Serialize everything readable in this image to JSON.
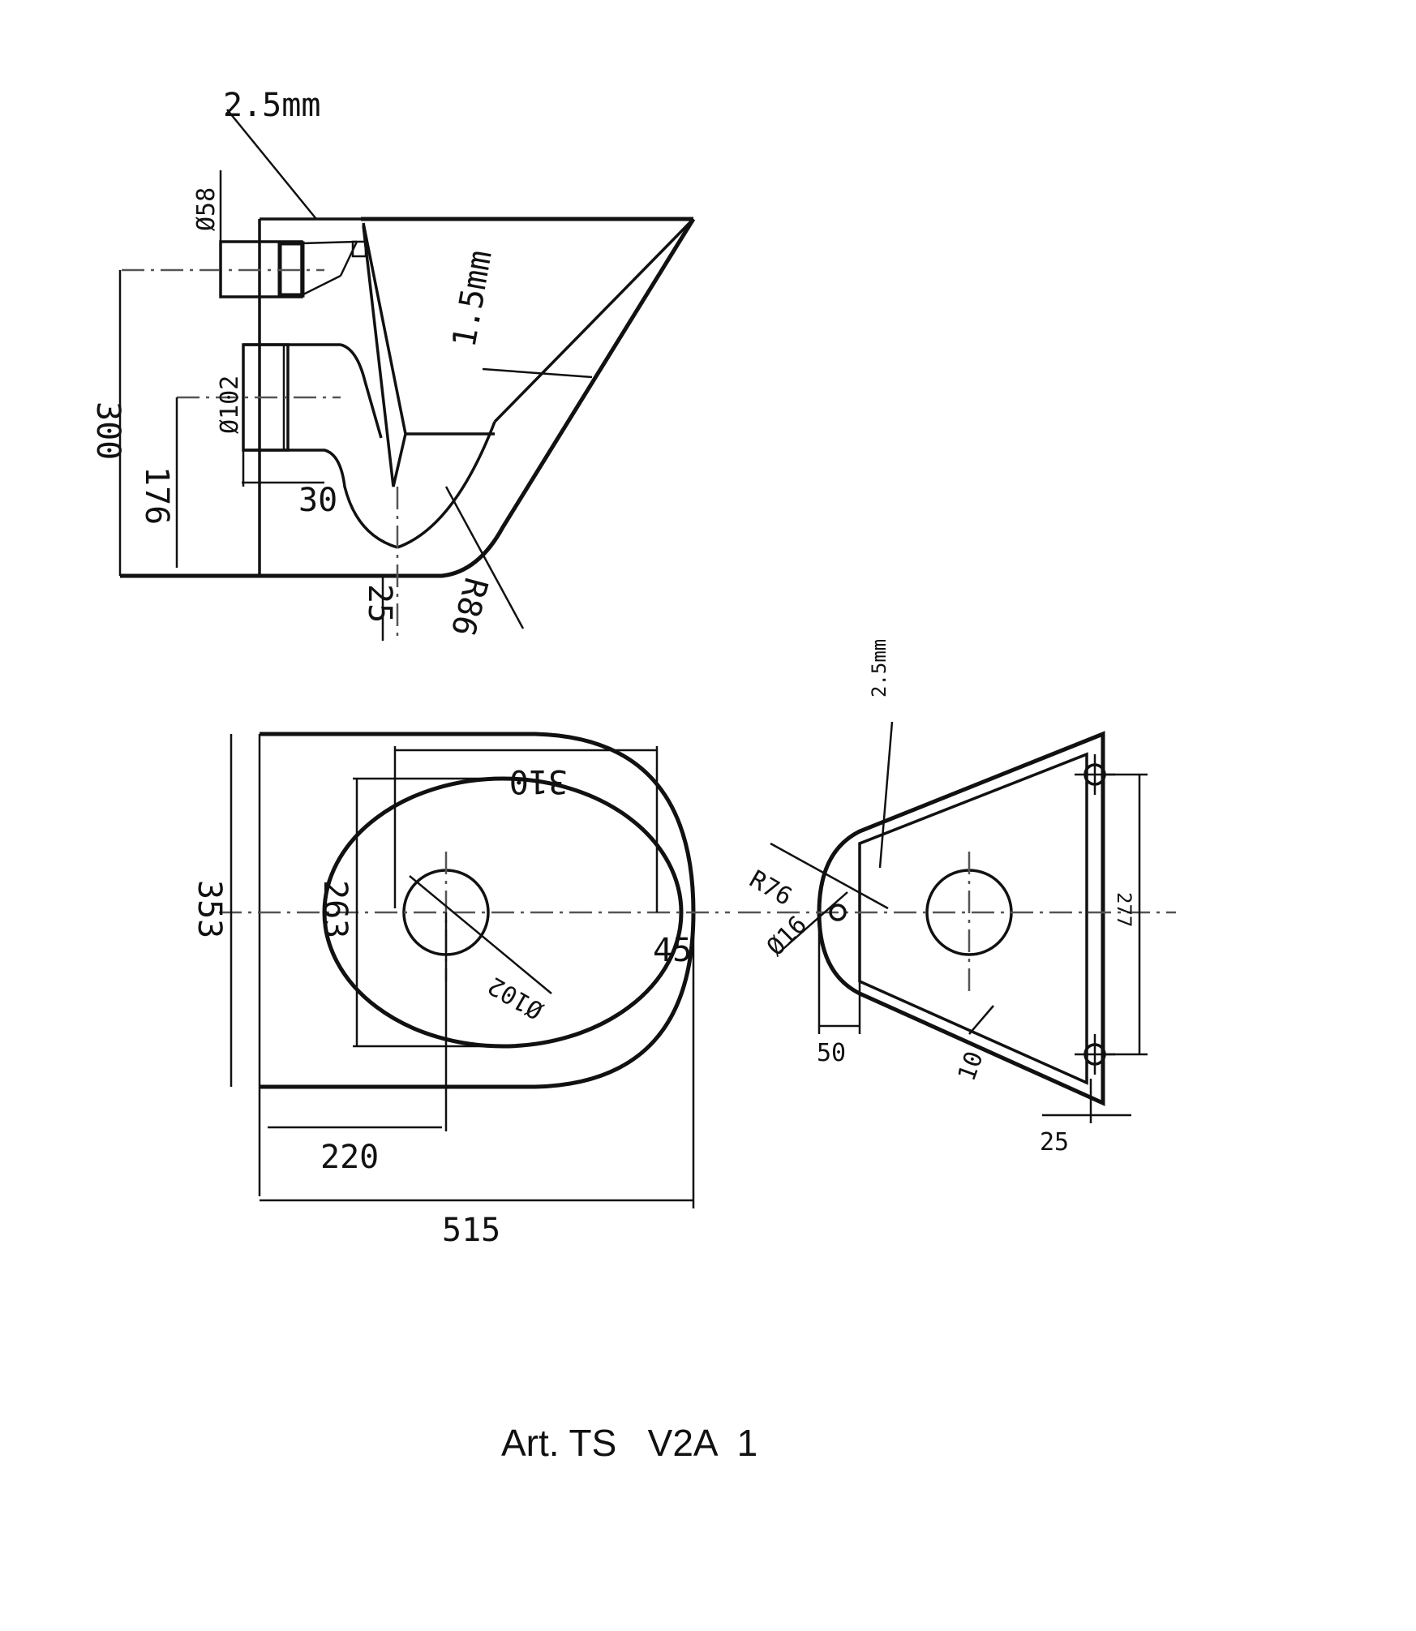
{
  "side_view": {
    "labels": {
      "wall_thickness": "2.5mm",
      "inlet_diameter": "Ø58",
      "bowl_thickness": "1.5mm",
      "outlet_diameter": "Ø102",
      "height_total": "300",
      "height_outlet": "176",
      "trap_offset": "30",
      "bottom_offset": "25",
      "radius": "R86"
    }
  },
  "top_view": {
    "labels": {
      "seat_length": "310",
      "width_total": "353",
      "inner_width": "263",
      "outlet_diameter": "Ø102",
      "rim_offset": "45",
      "outlet_position": "220",
      "length_total": "515"
    }
  },
  "bracket_view": {
    "labels": {
      "plate_thickness": "2.5mm",
      "radius": "R76",
      "hole_diameter": "Ø16",
      "tab_width": "50",
      "bolt_spacing": "277",
      "edge_width": "10",
      "side_offset": "25"
    }
  },
  "caption": "Art. TS   V2A  1"
}
